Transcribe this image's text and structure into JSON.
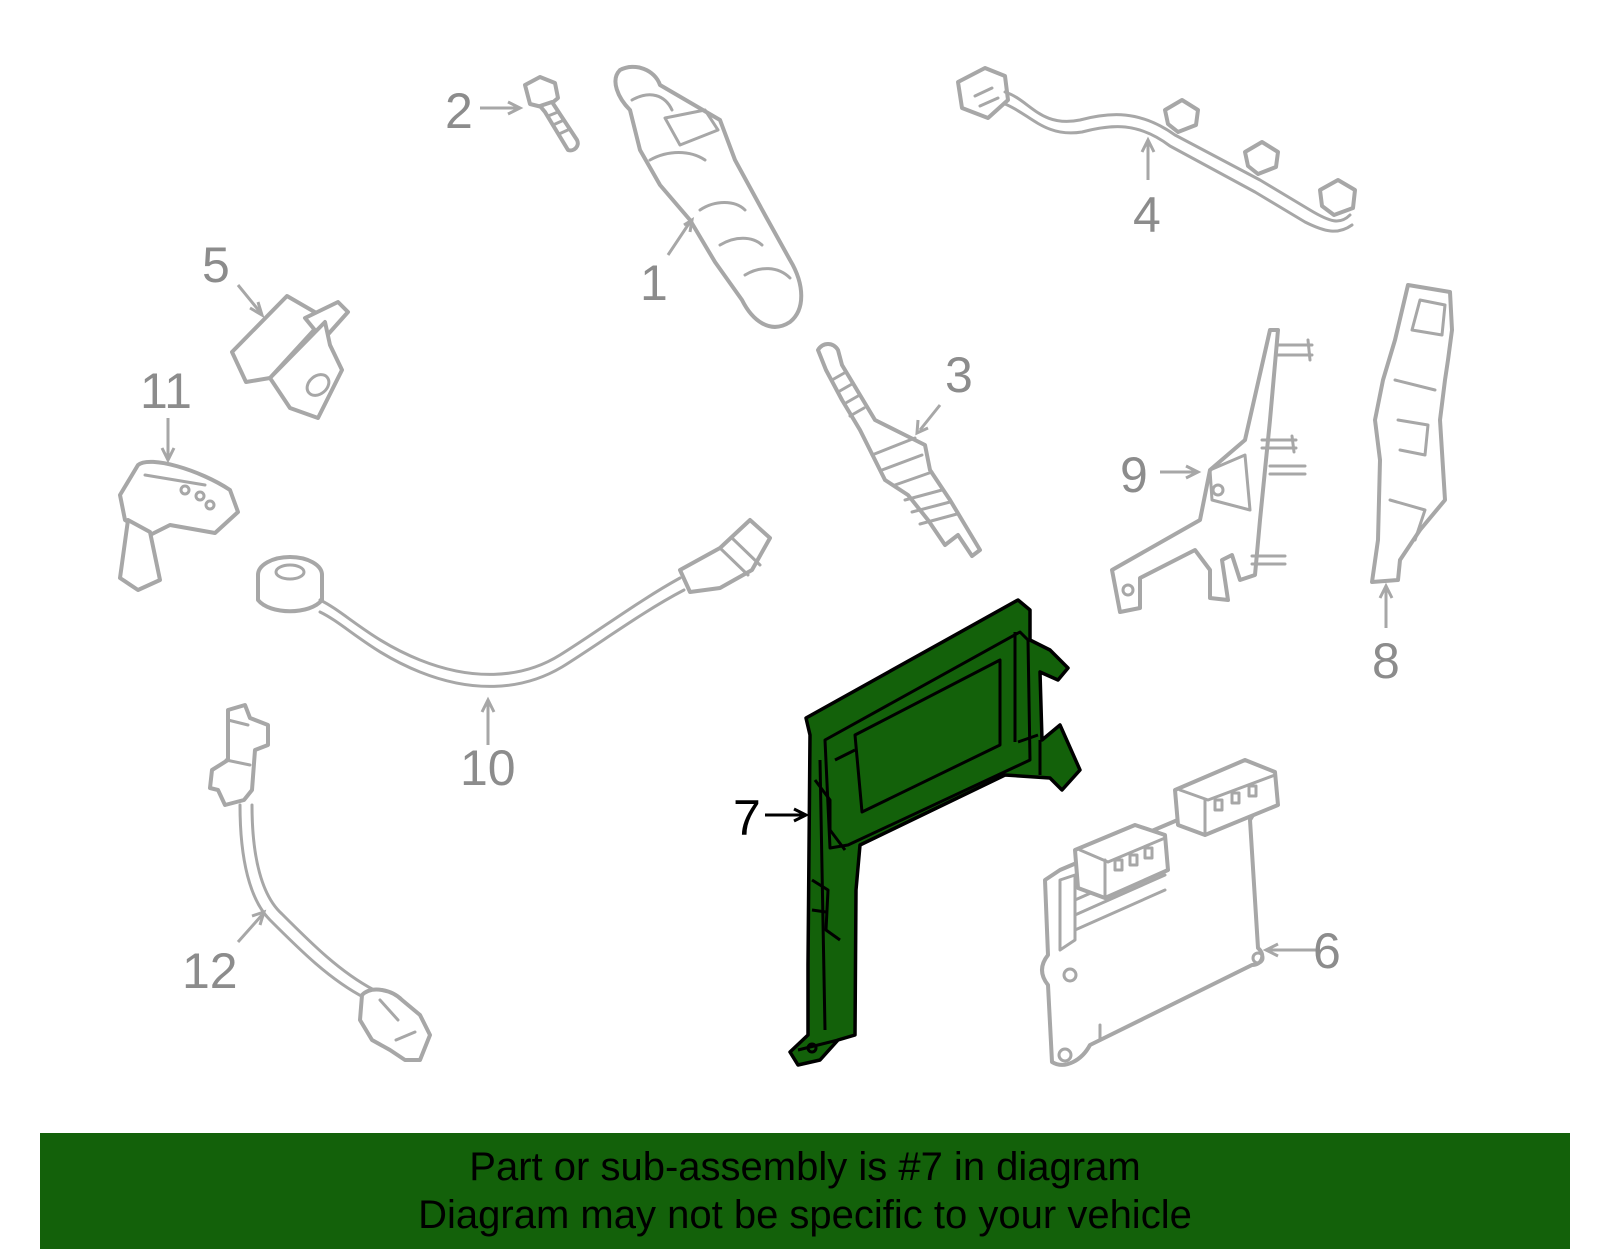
{
  "diagram": {
    "highlight_color": "#13610a",
    "part_outline_color": "#a7a7a7",
    "highlighted_part": "7",
    "callouts": [
      {
        "id": "1",
        "label": "1"
      },
      {
        "id": "2",
        "label": "2"
      },
      {
        "id": "3",
        "label": "3"
      },
      {
        "id": "4",
        "label": "4"
      },
      {
        "id": "5",
        "label": "5"
      },
      {
        "id": "6",
        "label": "6"
      },
      {
        "id": "7",
        "label": "7"
      },
      {
        "id": "8",
        "label": "8"
      },
      {
        "id": "9",
        "label": "9"
      },
      {
        "id": "10",
        "label": "10"
      },
      {
        "id": "11",
        "label": "11"
      },
      {
        "id": "12",
        "label": "12"
      }
    ]
  },
  "banner": {
    "background": "#13610a",
    "line1": "Part or sub-assembly is #7 in diagram",
    "line2": "Diagram may not be specific to your vehicle"
  }
}
